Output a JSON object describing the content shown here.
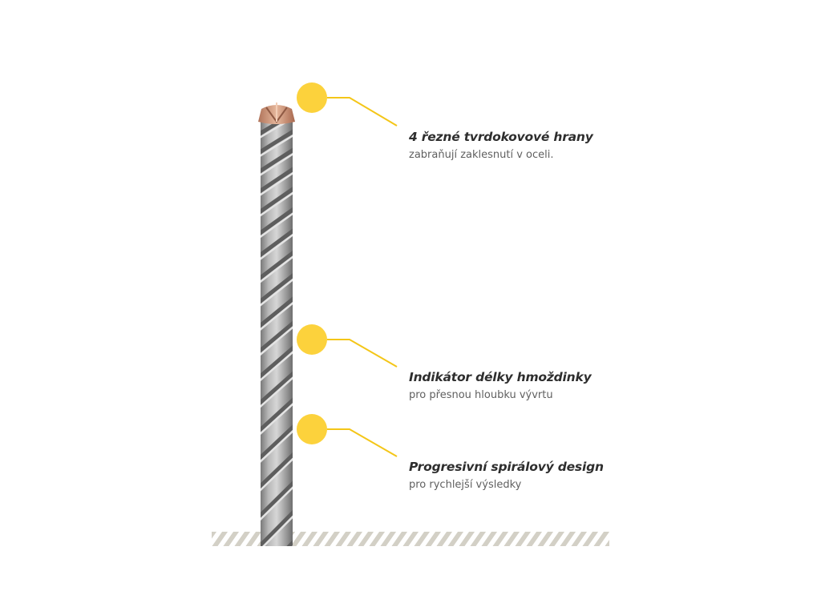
{
  "colors": {
    "marker": "#fcd23c",
    "leader_line": "#f4c618",
    "drill_body": "#a7a7a7",
    "drill_dark": "#6c6c6c",
    "drill_light": "#dcdcdc",
    "carbide_tip": "#c98f6e",
    "ground_hatch": "#d3d0c6"
  },
  "icons": {
    "marker": "yellow-circle-marker",
    "product": "sds-drill-bit",
    "ground": "hatched-ground-line"
  },
  "callouts": [
    {
      "title": "4 řezné tvrdokovové hrany",
      "subtitle": "zabraňují zaklesnutí v oceli."
    },
    {
      "title": "Indikátor délky hmoždinky",
      "subtitle": "pro přesnou hloubku vývrtu"
    },
    {
      "title": "Progresivní spirálový design",
      "subtitle": "pro rychlejší výsledky"
    }
  ]
}
